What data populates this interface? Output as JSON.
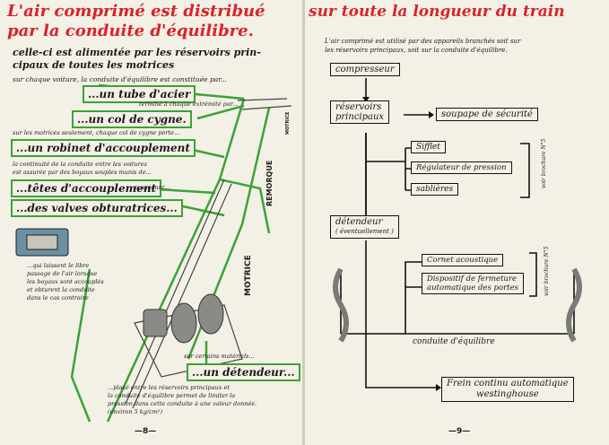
{
  "left_page": {
    "title_line1": "L'air comprimé est distribué",
    "title_line2": "par la conduite d'équilibre.",
    "subtitle_line1": "celle-ci est alimentée par les réservoirs prin-",
    "subtitle_line2": "cipaux de toutes les motrices",
    "intro": "sur chaque voiture, la conduite d'équilibre est constituée par...",
    "item_tube": "...un tube d'acier",
    "note_tube": "terminé à chaque extrémité par...",
    "item_col": "...un col de cygne.",
    "note_col": "sur les motrices seulement, chaque col de cygne porte...",
    "item_robinet": "...un robinet d'accouplement",
    "note_continuity_1": "la continuité de la conduite entre les voitures",
    "note_continuity_2": "est assurée par des boyaux souples munis de...",
    "item_tetes": "...têtes d'accouplement",
    "note_tetes": "possédant...",
    "item_valves": "...des valves obturatrices...",
    "caption_valves": [
      "...qui laissent le libre",
      "passage de l'air lorsque",
      "les boyaux sont accouplés",
      "et obturent la conduite",
      "dans le cas contraire"
    ],
    "label_remorque": "REMORQUE",
    "label_motrice": "MOTRICE",
    "label_motrice_small": "MOTRICE",
    "note_certains": "sur certains matériels...",
    "item_detendeur": "...un détendeur...",
    "footer_text_1": "...placé entre les réservoirs principaux et",
    "footer_text_2": "la conduite d'équilibre permet de limiter la",
    "footer_text_3": "pression dans cette conduite à une valeur donnée.",
    "footer_text_4": "(environ 5 kg/cm²)",
    "page_number": "—8—"
  },
  "right_page": {
    "title": "sur toute la longueur du train",
    "intro_line1": "L'air comprimé est utilisé par des appareils branchés soit sur",
    "intro_line2": "les réservoirs principaux, soit sur la conduite d'équilibre.",
    "box_compresseur": "compresseur",
    "box_reservoirs_1": "réservoirs",
    "box_reservoirs_2": "principaux",
    "box_soupape": "soupape de sécurité",
    "box_sifflet": "Sifflet",
    "box_regulateur": "Régulateur de pression",
    "box_sablieres": "sablières",
    "box_detendeur": "détendeur",
    "box_detendeur_note": "( éventuellement )",
    "box_cornet": "Cornet acoustique",
    "box_dispositif_1": "Dispositif de fermeture",
    "box_dispositif_2": "automatique des portes",
    "label_conduite": "conduite d'équilibre",
    "box_frein_1": "Frein continu automatique",
    "box_frein_2": "westinghouse",
    "side_note_1": "voir brochure N°5",
    "side_note_2": "voir brochure N°5",
    "page_number": "—9—"
  },
  "colors": {
    "red": "#d8232a",
    "green": "#3aa335",
    "ink": "#111111",
    "paper": "#f3f0e6"
  }
}
